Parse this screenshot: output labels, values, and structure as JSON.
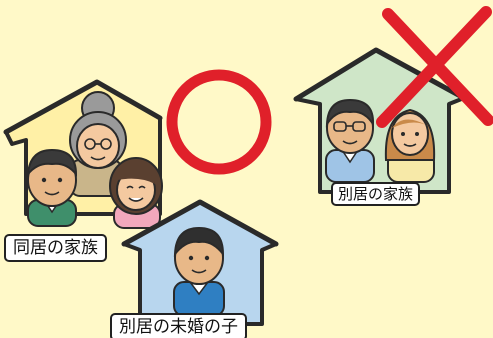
{
  "labels": {
    "family_living_together": "同居の家族",
    "family_living_separately": "別居の家族",
    "unmarried_child_living_separately": "別居の未婚の子"
  },
  "marks": {
    "circle": "circle-mark",
    "cross": "cross-mark"
  },
  "colors": {
    "background": "#fff9c8",
    "house_together": "#fff0a6",
    "house_separate": "#cfe6c8",
    "house_child": "#b8d6ee",
    "circle_mark": "#e0202a",
    "cross_mark": "#e0202a"
  }
}
